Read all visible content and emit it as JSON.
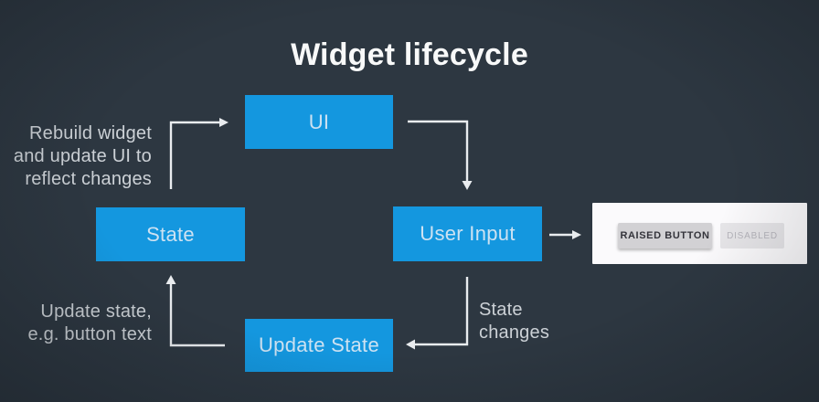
{
  "title": "Widget lifecycle",
  "diagram": {
    "nodes": {
      "ui": "UI",
      "user_input": "User Input",
      "state": "State",
      "update_state": "Update State"
    },
    "annotations": {
      "rebuild_lines": [
        "Rebuild widget",
        "and update UI to",
        "reflect changes"
      ],
      "update_lines": [
        "Update state,",
        "e.g. button text"
      ],
      "state_changes_lines": [
        "State",
        "changes"
      ]
    },
    "arrows": [
      "state-to-ui",
      "ui-to-user-input",
      "user-input-to-update-state",
      "update-state-to-state",
      "user-input-to-demo-panel"
    ]
  },
  "demo_panel": {
    "raised_button": "RAISED BUTTON",
    "disabled_button": "DISABLED"
  },
  "colors": {
    "background": "#2d3741",
    "node_fill": "#1497df",
    "node_text": "#cde2f2",
    "arrow": "#e9ecef",
    "annotation_text": "#ccd1d6",
    "panel_background": "#fbfafc",
    "raised_button_fill": "#d2d1d4",
    "raised_button_text": "#34343b",
    "disabled_button_fill": "#e6e5e8",
    "disabled_button_text": "#b5b4bb"
  }
}
